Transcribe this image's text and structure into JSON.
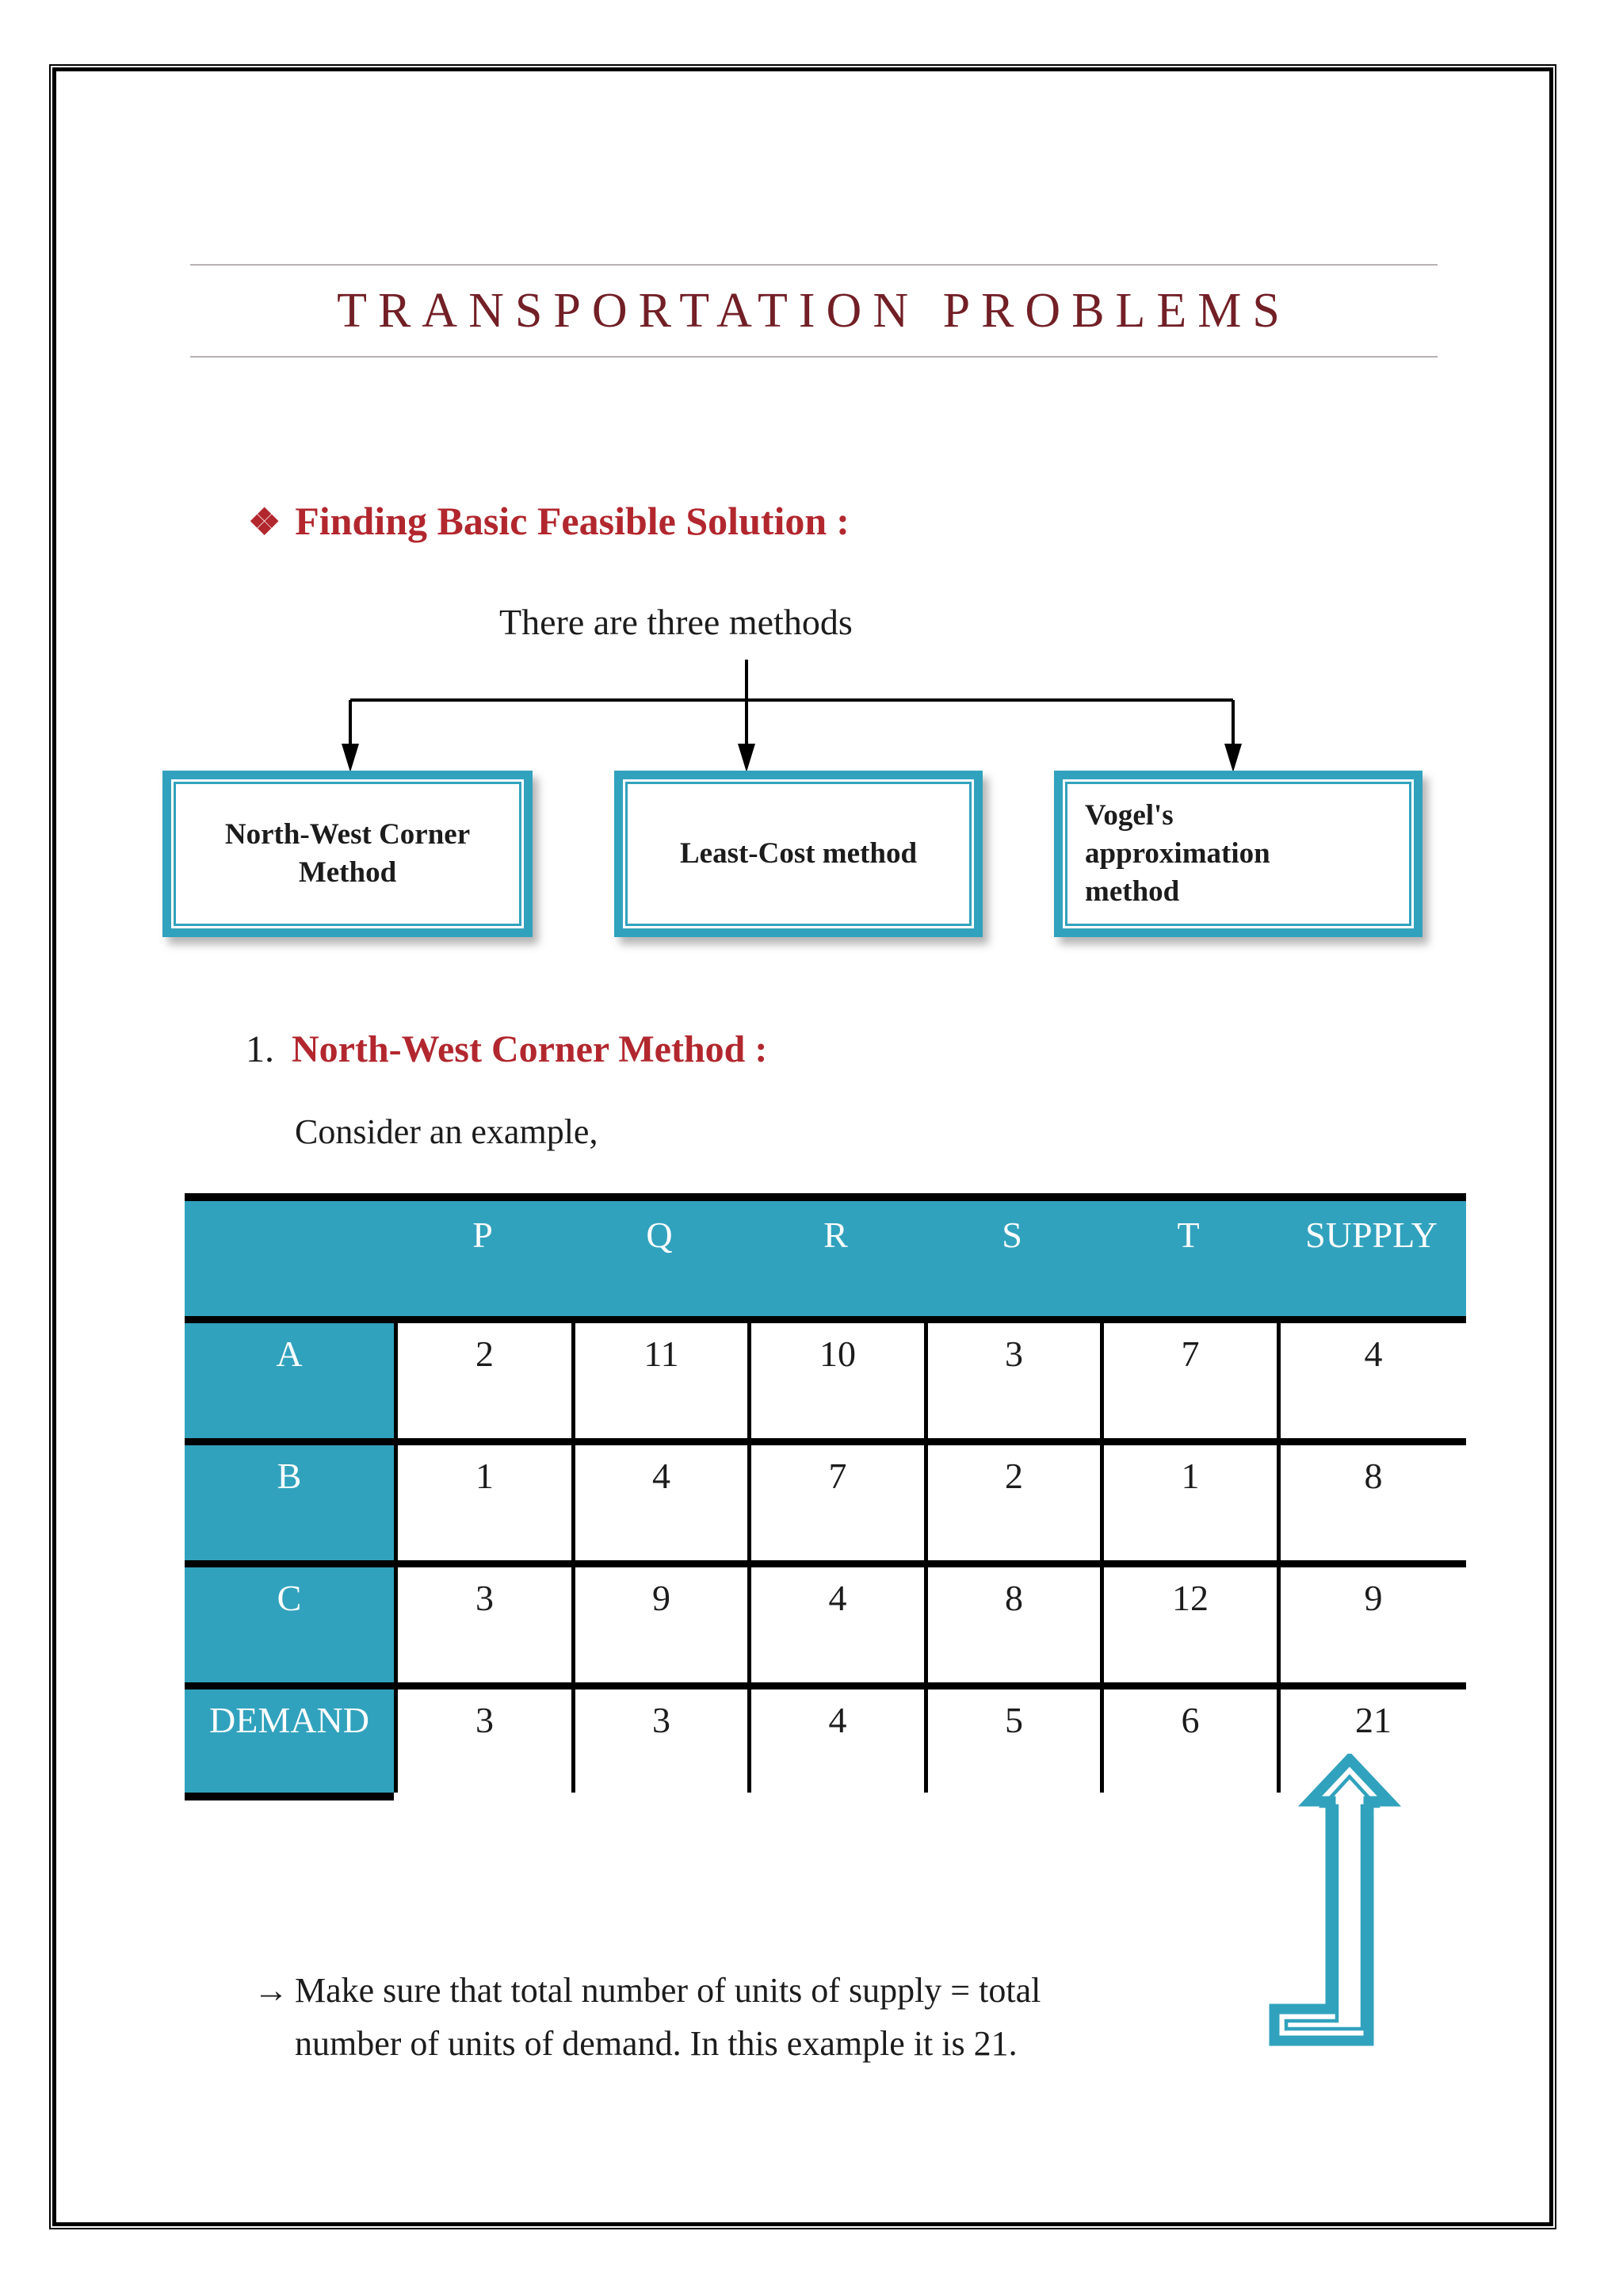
{
  "colors": {
    "teal": "#31a2bd",
    "maroon": "#721f26",
    "red": "#b2272e",
    "ink": "#1c1c1c",
    "gray": "#b9b1b1"
  },
  "header": {
    "title": "TRANSPORTATION PROBLEMS"
  },
  "section_bfs": {
    "bullet": "❖",
    "heading": "Finding Basic Feasible Solution",
    "colon": ":",
    "intro": "There are three methods"
  },
  "methods": {
    "box1": "North-West Corner Method",
    "box2": "Least-Cost method",
    "box3": "Vogel's approximation method"
  },
  "section_nwc": {
    "number": "1.",
    "heading": "North-West Corner Method",
    "colon": ":",
    "lead": "Consider an example,"
  },
  "table": {
    "headers": {
      "c0": "",
      "c1": "P",
      "c2": "Q",
      "c3": "R",
      "c4": "S",
      "c5": "T",
      "c6": "SUPPLY"
    },
    "rows": [
      {
        "label": "A",
        "v1": "2",
        "v2": "11",
        "v3": "10",
        "v4": "3",
        "v5": "7",
        "v6": "4"
      },
      {
        "label": "B",
        "v1": "1",
        "v2": "4",
        "v3": "7",
        "v4": "2",
        "v5": "1",
        "v6": "8"
      },
      {
        "label": "C",
        "v1": "3",
        "v2": "9",
        "v3": "4",
        "v4": "8",
        "v5": "12",
        "v6": "9"
      },
      {
        "label": "DEMAND",
        "v1": "3",
        "v2": "3",
        "v3": "4",
        "v4": "5",
        "v5": "6",
        "v6": "21"
      }
    ]
  },
  "note": {
    "marker": "→",
    "line1": "Make sure that total number of units of supply = total",
    "line2": "number of units of demand. In this example it is 21."
  }
}
